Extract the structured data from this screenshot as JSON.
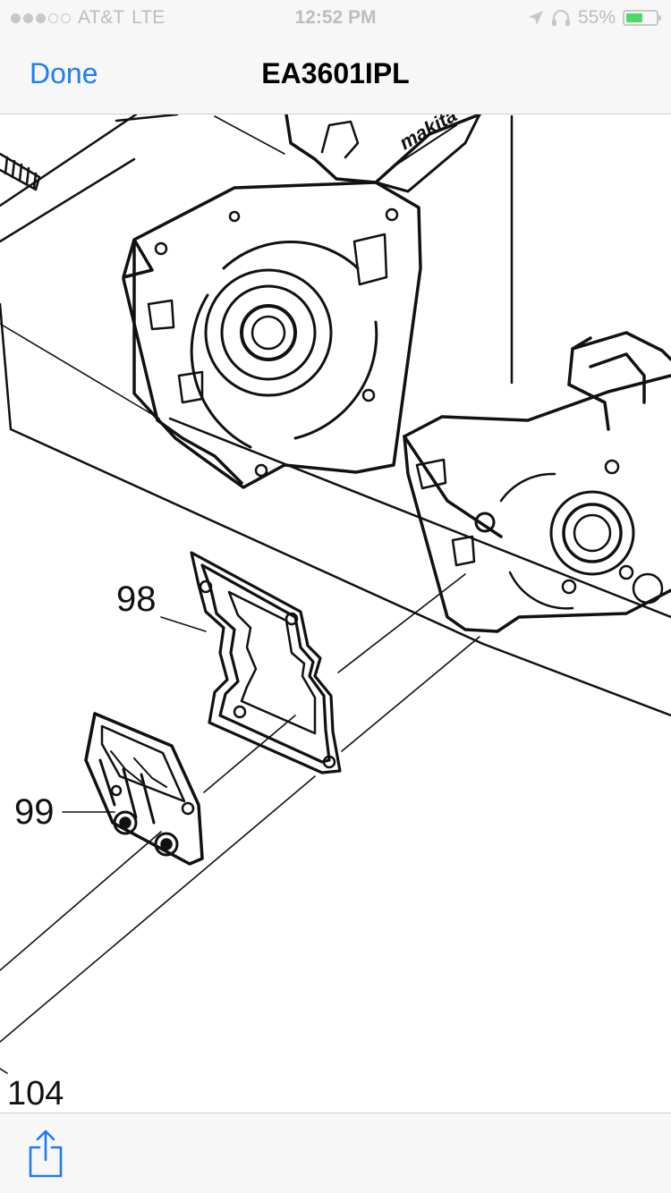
{
  "status_bar": {
    "carrier": "AT&T",
    "network": "LTE",
    "time": "12:52 PM",
    "battery_percent": "55%",
    "battery_level": 0.55,
    "icons": [
      "signal-dots-icon",
      "location-arrow-icon",
      "headphones-icon",
      "battery-icon"
    ]
  },
  "nav": {
    "done_label": "Done",
    "title": "EA3601IPL"
  },
  "diagram": {
    "callouts": {
      "part_98": "98",
      "part_99": "99",
      "part_104": "104"
    },
    "logo_text": "makita"
  },
  "toolbar": {
    "share_icon": "share-icon"
  },
  "colors": {
    "accent": "#1e7ef0",
    "battery": "#4cd964",
    "bar_background": "#f7f7f7"
  }
}
